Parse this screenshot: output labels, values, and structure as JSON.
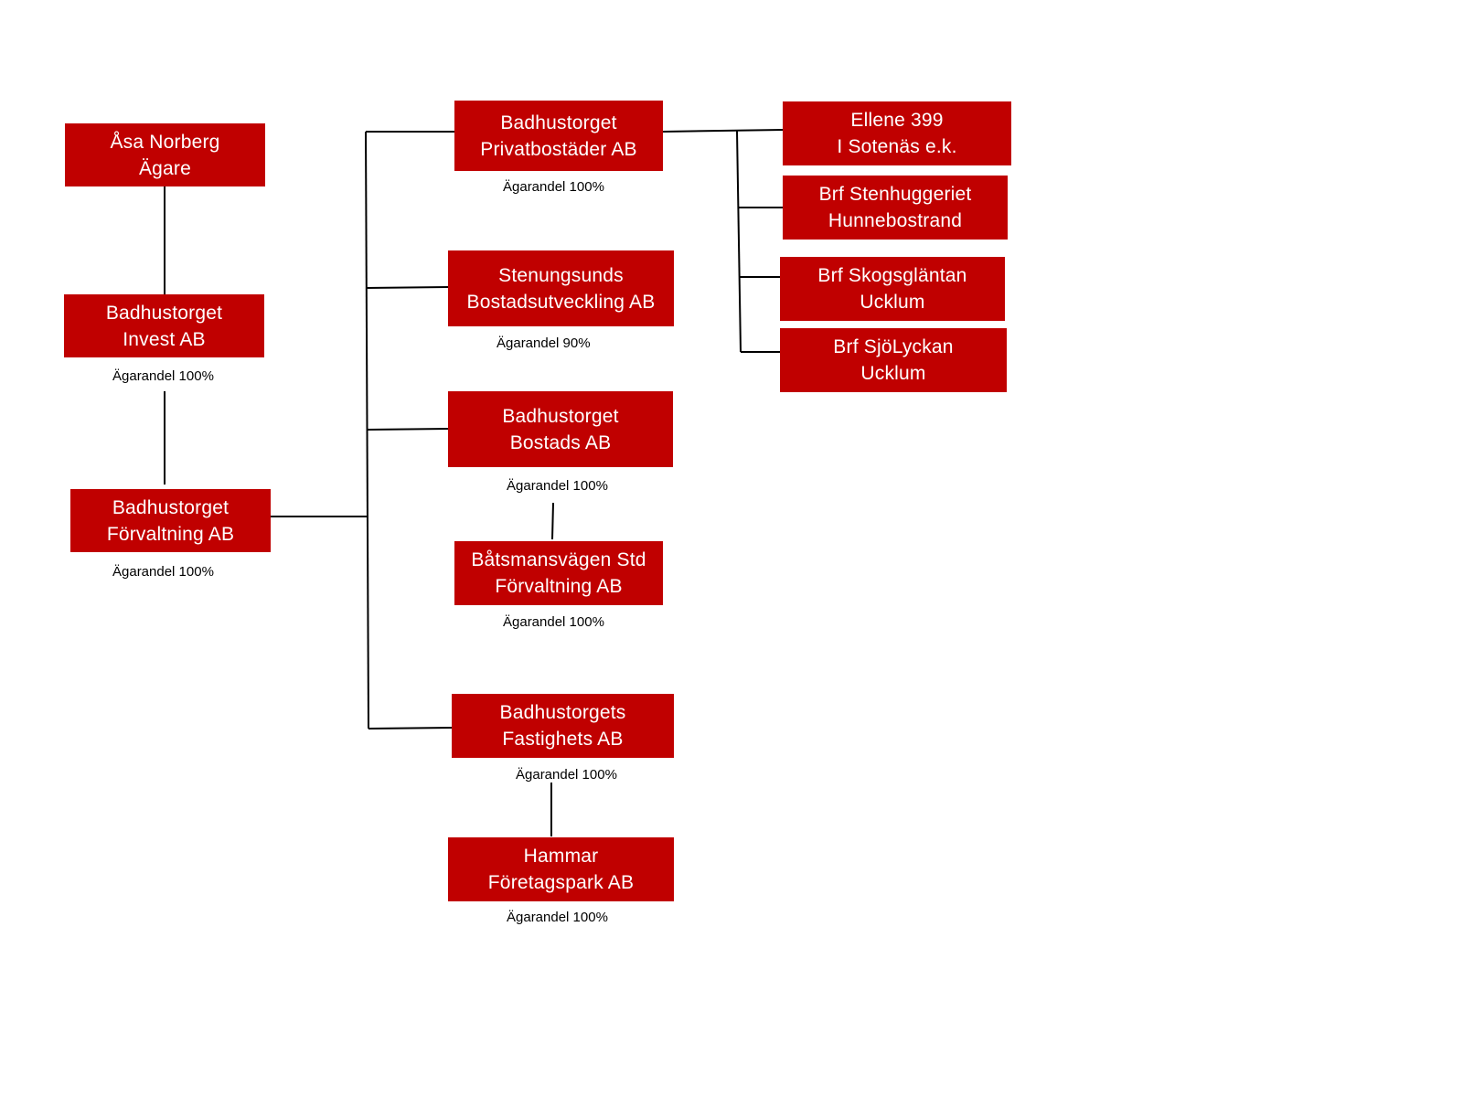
{
  "nodes": {
    "owner": {
      "line1": "Åsa Norberg",
      "line2": "Ägare"
    },
    "invest": {
      "line1": "Badhustorget",
      "line2": "Invest AB",
      "ownership": "Ägarandel 100%"
    },
    "forvaltning": {
      "line1": "Badhustorget",
      "line2": "Förvaltning AB",
      "ownership": "Ägarandel 100%"
    },
    "privat": {
      "line1": "Badhustorget",
      "line2": "Privatbostäder AB",
      "ownership": "Ägarandel 100%"
    },
    "stenungsund": {
      "line1": "Stenungsunds",
      "line2": "Bostadsutveckling AB",
      "ownership": "Ägarandel 90%"
    },
    "bostads": {
      "line1": "Badhustorget",
      "line2": "Bostads AB",
      "ownership": "Ägarandel 100%"
    },
    "batsmans": {
      "line1": "Båtsmansvägen Std",
      "line2": "Förvaltning AB",
      "ownership": "Ägarandel 100%"
    },
    "fastighets": {
      "line1": "Badhustorgets",
      "line2": "Fastighets AB",
      "ownership": "Ägarandel 100%"
    },
    "hammar": {
      "line1": "Hammar",
      "line2": "Företagspark AB",
      "ownership": "Ägarandel 100%"
    },
    "ellene": {
      "line1": "Ellene 399",
      "line2": "I Sotenäs e.k."
    },
    "stenhugg": {
      "line1": "Brf Stenhuggeriet",
      "line2": "Hunnebostrand"
    },
    "skogs": {
      "line1": "Brf Skogsgläntan",
      "line2": "Ucklum"
    },
    "sjo": {
      "line1": "Brf SjöLyckan",
      "line2": "Ucklum"
    }
  },
  "colors": {
    "box": "#c00000",
    "box_text": "#ffffff",
    "connector": "#000000"
  }
}
